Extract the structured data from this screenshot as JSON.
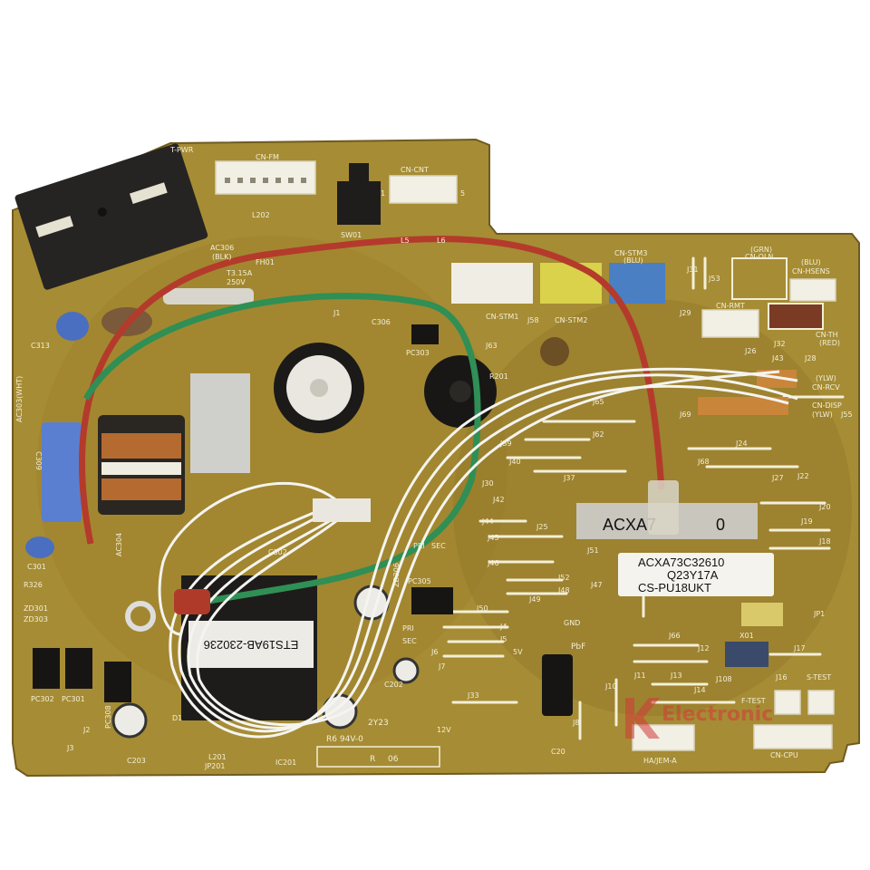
{
  "board": {
    "colors": {
      "pcb": "#a68c34",
      "pcb_dark": "#86692a",
      "silkscreen": "#f3efd8",
      "relay": "#262422",
      "wire_red": "#b43a2c",
      "wire_green": "#2f8f55",
      "wire_white": "#f4f4f0",
      "connector_blue": "#4a7fc4",
      "connector_yellow": "#d9d24a",
      "connector_brown": "#7a3a24"
    },
    "product_label": {
      "part_number": "ACXA73C32610",
      "lot": "Q23Y17A",
      "model": "CS-PU18UKT"
    },
    "silver_label": {
      "left": "ACXA7",
      "right": "0"
    },
    "transformer_label": "ETS19AB-230236",
    "ul_marking": "R6 94V-0",
    "date_code": "2Y23",
    "rev_box": {
      "letter": "R",
      "code": "06"
    },
    "watermark": "Electronic"
  },
  "silk": {
    "t_pwr": "T-PWR",
    "cn_fm": "CN-FM",
    "sw01": "SW01",
    "cn_cnt": "CN-CNT",
    "cnt_pin1": "1",
    "cnt_pin5": "5",
    "l5": "L5",
    "l6": "L6",
    "l202": "L202",
    "ac306": "AC306",
    "blk": "(BLK)",
    "fh01": "FH01",
    "fuse": "T3.15A",
    "fuse_v": "250V",
    "c306": "C306",
    "pc303": "PC303",
    "j1": "J1",
    "cn_stm3": "CN-STM3",
    "blu": "(BLU)",
    "cn_stm1": "CN-STM1",
    "cn_stm2": "CN-STM2",
    "j58": "J58",
    "j63": "J63",
    "j29": "J29",
    "j31": "J31",
    "j53": "J53",
    "r201": "R201",
    "cn_rmt": "CN-RMT",
    "grn": "(GRN)",
    "cn_oln": "CN-OLN",
    "blu2": "(BLU)",
    "cn_hsens": "CN-HSENS",
    "cn_th": "CN-TH",
    "red": "(RED)",
    "j32": "J32",
    "j26": "J26",
    "j43": "J43",
    "j28": "J28",
    "ylw": "(YLW)",
    "cn_rcv": "CN-RCV",
    "cn_disp": "CN-DISP",
    "ylw2": "(YLW)",
    "j55": "J55",
    "j62": "J62",
    "j39": "J39",
    "j40": "J40",
    "j37": "J37",
    "j24": "J24",
    "j68": "J68",
    "j27": "J27",
    "j22": "J22",
    "j20": "J20",
    "j19": "J19",
    "j18": "J18",
    "j69": "J69",
    "j65": "J65",
    "j30": "J30",
    "j42": "J42",
    "j44": "J44",
    "j25": "J25",
    "j45": "J45",
    "j51": "J51",
    "j46": "J46",
    "j52": "J52",
    "j48": "J48",
    "j47": "J47",
    "j49": "J49",
    "j50": "J50",
    "j4": "J4",
    "j5": "J5",
    "j6": "J6",
    "j7": "J7",
    "j33": "J33",
    "j66": "J66",
    "j12": "J12",
    "j17": "J17",
    "jp1": "JP1",
    "x01": "X01",
    "j13": "J13",
    "j14": "J14",
    "j108": "J108",
    "j16": "J16",
    "j10": "J10",
    "j8": "J8",
    "j11": "J11",
    "s_test": "S-TEST",
    "f_test": "F-TEST",
    "ha_jem": "HA/JEM-A",
    "cn_cpu": "CN-CPU",
    "c20": "C20",
    "pc305": "PC305",
    "zd306": "ZD306",
    "pri": "PRI",
    "sec": "SEC",
    "pri2": "PRI",
    "sec2": "SEC",
    "gnd": "GND",
    "v12": "12V",
    "v5": "5V",
    "pbf": "PbF",
    "c313": "C313",
    "c309": "C309",
    "ac303": "AC303(WHT)",
    "c301": "C301",
    "r326": "R326",
    "zd301": "ZD301",
    "zd303": "ZD303",
    "pc302": "PC302",
    "pc301": "PC301",
    "pc308": "PC308",
    "c203": "C203",
    "l201": "L201",
    "jp201": "JP201",
    "ic201": "IC201",
    "j3": "J3",
    "j2": "J2",
    "c302": "C302",
    "c202": "C202",
    "d1": "D1",
    "ac304": "AC304"
  }
}
